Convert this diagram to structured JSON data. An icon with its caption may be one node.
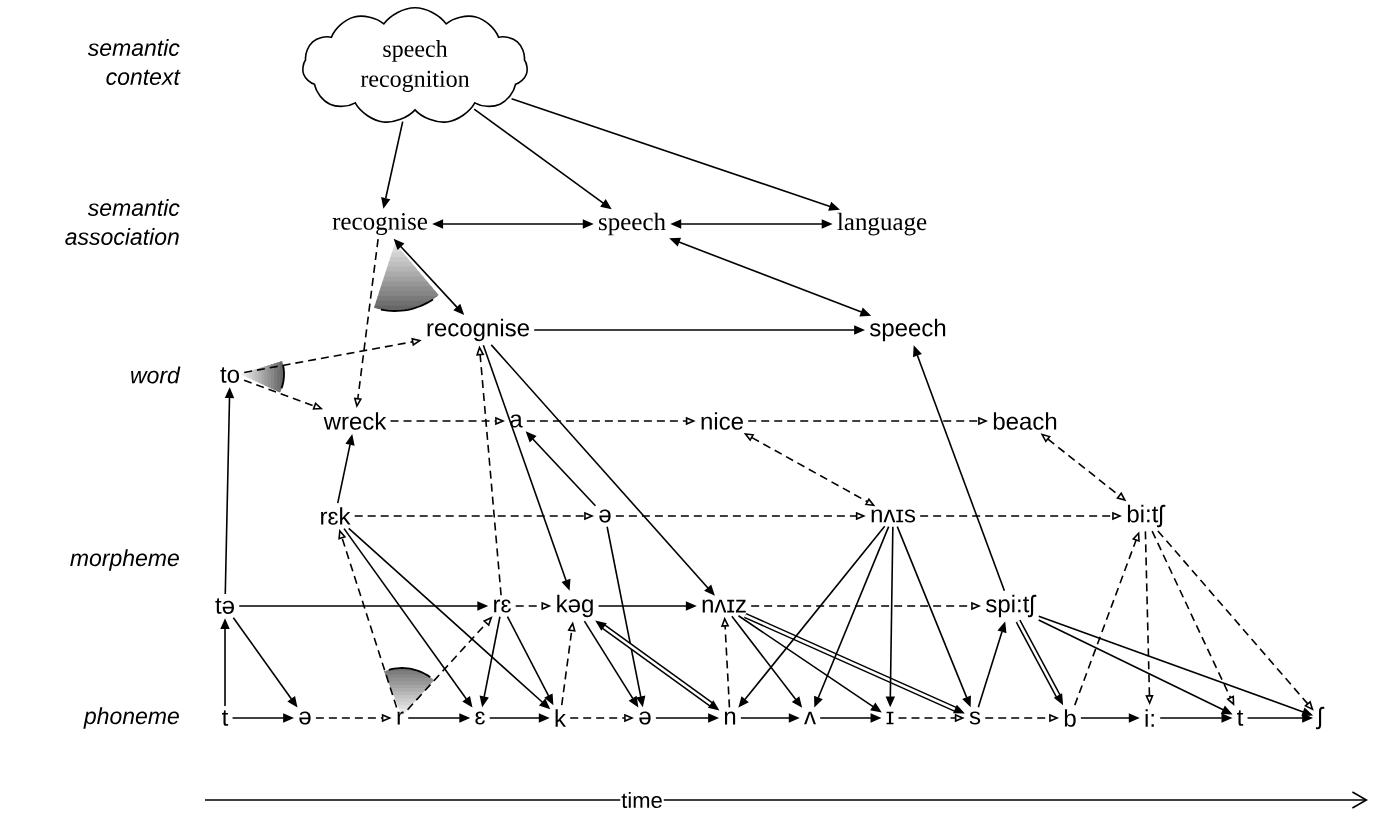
{
  "diagram": {
    "nodes": [
      {
        "text": [
          "speech recognition"
        ]
      },
      {
        "text": [
          "recognise"
        ]
      },
      {
        "text": [
          "speech"
        ]
      },
      {
        "text": [
          "language"
        ]
      },
      {
        "text": [
          "recognise"
        ]
      },
      {
        "text": [
          "speech"
        ]
      },
      {
        "text": [
          "to"
        ]
      },
      {
        "text": [
          "wreck"
        ]
      },
      {
        "text": [
          "a"
        ]
      },
      {
        "text": [
          "nice"
        ]
      },
      {
        "text": [
          "beach"
        ]
      },
      {
        "text": [
          "rɛk"
        ]
      },
      {
        "text": [
          "ə"
        ]
      },
      {
        "text": [
          "nʌɪs"
        ]
      },
      {
        "text": [
          "bi:tʃ"
        ]
      },
      {
        "text": [
          "tə"
        ]
      },
      {
        "text": [
          "rɛ"
        ]
      },
      {
        "text": [
          "kəg"
        ]
      },
      {
        "text": [
          "nʌɪz"
        ]
      },
      {
        "text": [
          "spi:tʃ"
        ]
      },
      {
        "text": [
          "t"
        ]
      },
      {
        "text": [
          "ə"
        ]
      },
      {
        "text": [
          "r"
        ]
      },
      {
        "text": [
          "ɛ"
        ]
      },
      {
        "text": [
          "k"
        ]
      },
      {
        "text": [
          "ə"
        ]
      },
      {
        "text": [
          "n"
        ]
      },
      {
        "text": [
          "ʌ"
        ]
      },
      {
        "text": [
          "ɪ"
        ]
      },
      {
        "text": [
          "s"
        ]
      },
      {
        "text": [
          "b"
        ]
      },
      {
        "text": [
          "i:"
        ]
      },
      {
        "text": [
          "t"
        ]
      },
      {
        "text": [
          "ʃ"
        ]
      }
    ],
    "edges": [
      {
        "from": 0,
        "to": 1,
        "arrow": "to"
      },
      {
        "from": 0,
        "to": 2,
        "arrow": "to"
      },
      {
        "from": 0,
        "to": 3,
        "arrow": "to"
      },
      {
        "from": 1,
        "to": 2,
        "arrow": "both"
      },
      {
        "from": 2,
        "to": 3,
        "arrow": "both"
      },
      {
        "from": 2,
        "to": 5,
        "arrow": "both"
      },
      {
        "from": 1,
        "to": 4,
        "arrow": "both"
      },
      {
        "from": 1,
        "to": 7,
        "arrow": "to",
        "style": "dashed"
      },
      {
        "from": 4,
        "to": 5,
        "arrow": "to"
      },
      {
        "from": 6,
        "to": 4,
        "arrow": "to",
        "style": "dashed"
      },
      {
        "from": 6,
        "to": 7,
        "arrow": "to",
        "style": "dashed"
      },
      {
        "from": 7,
        "to": 8,
        "arrow": "to",
        "style": "dashed"
      },
      {
        "from": 8,
        "to": 9,
        "arrow": "to",
        "style": "dashed"
      },
      {
        "from": 9,
        "to": 10,
        "arrow": "to",
        "style": "dashed"
      },
      {
        "from": 9,
        "to": 13,
        "arrow": "both",
        "style": "dashed"
      },
      {
        "from": 10,
        "to": 14,
        "arrow": "both",
        "style": "dashed"
      },
      {
        "from": 4,
        "to": 17,
        "arrow": "to"
      },
      {
        "from": 4,
        "to": 18,
        "arrow": "to"
      },
      {
        "from": 16,
        "to": 4,
        "arrow": "to",
        "style": "dashed"
      },
      {
        "from": 11,
        "to": 7,
        "arrow": "to"
      },
      {
        "from": 12,
        "to": 8,
        "arrow": "to"
      },
      {
        "from": 11,
        "to": 12,
        "arrow": "to",
        "style": "dashed"
      },
      {
        "from": 12,
        "to": 13,
        "arrow": "to",
        "style": "dashed"
      },
      {
        "from": 13,
        "to": 14,
        "arrow": "to",
        "style": "dashed"
      },
      {
        "from": 19,
        "to": 5,
        "arrow": "to"
      },
      {
        "from": 15,
        "to": 6,
        "arrow": "to"
      },
      {
        "from": 15,
        "to": 16,
        "arrow": "to"
      },
      {
        "from": 16,
        "to": 17,
        "arrow": "to",
        "style": "dashed"
      },
      {
        "from": 17,
        "to": 18,
        "arrow": "to"
      },
      {
        "from": 18,
        "to": 19,
        "arrow": "to",
        "style": "dashed"
      },
      {
        "from": 20,
        "to": 21,
        "arrow": "to"
      },
      {
        "from": 21,
        "to": 22,
        "arrow": "to",
        "style": "dashed"
      },
      {
        "from": 22,
        "to": 23,
        "arrow": "to"
      },
      {
        "from": 23,
        "to": 24,
        "arrow": "to"
      },
      {
        "from": 24,
        "to": 25,
        "arrow": "to",
        "style": "dashed"
      },
      {
        "from": 25,
        "to": 26,
        "arrow": "to"
      },
      {
        "from": 26,
        "to": 27,
        "arrow": "to"
      },
      {
        "from": 27,
        "to": 28,
        "arrow": "to"
      },
      {
        "from": 28,
        "to": 29,
        "arrow": "to",
        "style": "dashed"
      },
      {
        "from": 29,
        "to": 30,
        "arrow": "to",
        "style": "dashed"
      },
      {
        "from": 30,
        "to": 31,
        "arrow": "to"
      },
      {
        "from": 31,
        "to": 32,
        "arrow": "to"
      },
      {
        "from": 32,
        "to": 33,
        "arrow": "to"
      },
      {
        "from": 20,
        "to": 15,
        "arrow": "to"
      },
      {
        "from": 15,
        "to": 21,
        "arrow": "to"
      },
      {
        "from": 22,
        "to": 11,
        "arrow": "to",
        "style": "dashed"
      },
      {
        "from": 22,
        "to": 16,
        "arrow": "to",
        "style": "dashed"
      },
      {
        "from": 11,
        "to": 23,
        "arrow": "to"
      },
      {
        "from": 11,
        "to": 24,
        "arrow": "to"
      },
      {
        "from": 16,
        "to": 23,
        "arrow": "to"
      },
      {
        "from": 16,
        "to": 24,
        "arrow": "to"
      },
      {
        "from": 24,
        "to": 17,
        "arrow": "to",
        "style": "dashed"
      },
      {
        "from": 17,
        "to": 25,
        "arrow": "to"
      },
      {
        "from": 12,
        "to": 25,
        "arrow": "to"
      },
      {
        "from": 26,
        "to": 17,
        "arrow": "both",
        "style": "thick"
      },
      {
        "from": 26,
        "to": 18,
        "arrow": "to",
        "style": "dashed"
      },
      {
        "from": 18,
        "to": 27,
        "arrow": "to"
      },
      {
        "from": 18,
        "to": 28,
        "arrow": "to"
      },
      {
        "from": 18,
        "to": 29,
        "arrow": "to",
        "style": "thick"
      },
      {
        "from": 13,
        "to": 26,
        "arrow": "to"
      },
      {
        "from": 13,
        "to": 27,
        "arrow": "to"
      },
      {
        "from": 13,
        "to": 28,
        "arrow": "to"
      },
      {
        "from": 13,
        "to": 29,
        "arrow": "to"
      },
      {
        "from": 29,
        "to": 19,
        "arrow": "to"
      },
      {
        "from": 19,
        "to": 30,
        "arrow": "to",
        "style": "thick"
      },
      {
        "from": 19,
        "to": 32,
        "arrow": "to"
      },
      {
        "from": 19,
        "to": 33,
        "arrow": "to"
      },
      {
        "from": 30,
        "to": 14,
        "arrow": "to",
        "style": "dashed"
      },
      {
        "from": 14,
        "to": 31,
        "arrow": "to",
        "style": "dashed"
      },
      {
        "from": 14,
        "to": 32,
        "arrow": "to",
        "style": "dashed"
      },
      {
        "from": 14,
        "to": 33,
        "arrow": "to",
        "style": "dashed"
      }
    ],
    "labels": [
      "semantic context",
      "semantic association",
      "word",
      "morpheme",
      "phoneme",
      "time"
    ]
  }
}
